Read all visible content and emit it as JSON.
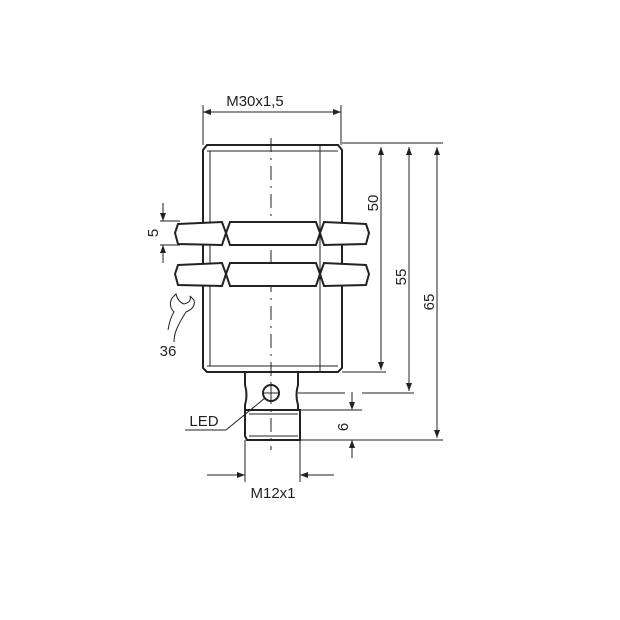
{
  "drawing": {
    "thread_main": "M30x1,5",
    "dim_50": "50",
    "dim_55": "55",
    "dim_65": "65",
    "nut_thickness": "5",
    "wrench_size": "36",
    "led_label": "LED",
    "plug_dim": "6",
    "thread_connector": "M12x1"
  }
}
